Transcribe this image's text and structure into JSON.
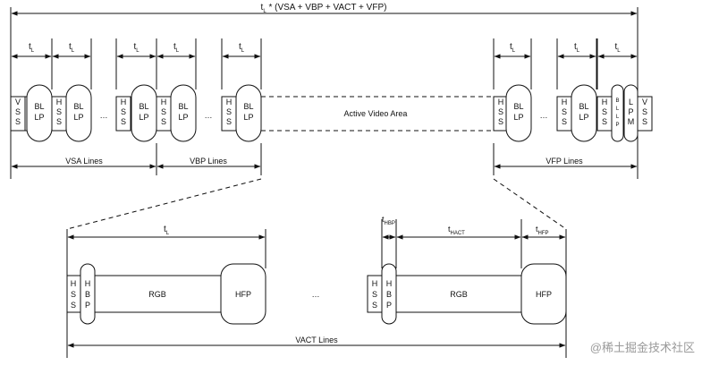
{
  "diagram": {
    "top_span_label": "t_L * (VSA + VBP + VACT + VFP)",
    "line_period": "t_L",
    "labels": {
      "VSS": "VSS",
      "HSS": "HSS",
      "BLLP": "BLLP",
      "BLLP_small": "BLLP",
      "LPM": "LPM",
      "ellipsis": "...",
      "active_area": "Active Video Area",
      "vsa_lines": "VSA Lines",
      "vbp_lines": "VBP Lines",
      "vfp_lines": "VFP Lines",
      "vact_lines": "VACT Lines",
      "hbp": "HBP",
      "rgb": "RGB",
      "hfp": "HFP",
      "t_hbp": "t_HBP",
      "t_hact": "t_HACT",
      "t_hfp": "t_HFP"
    },
    "watermark": "@稀土掘金技术社区"
  }
}
